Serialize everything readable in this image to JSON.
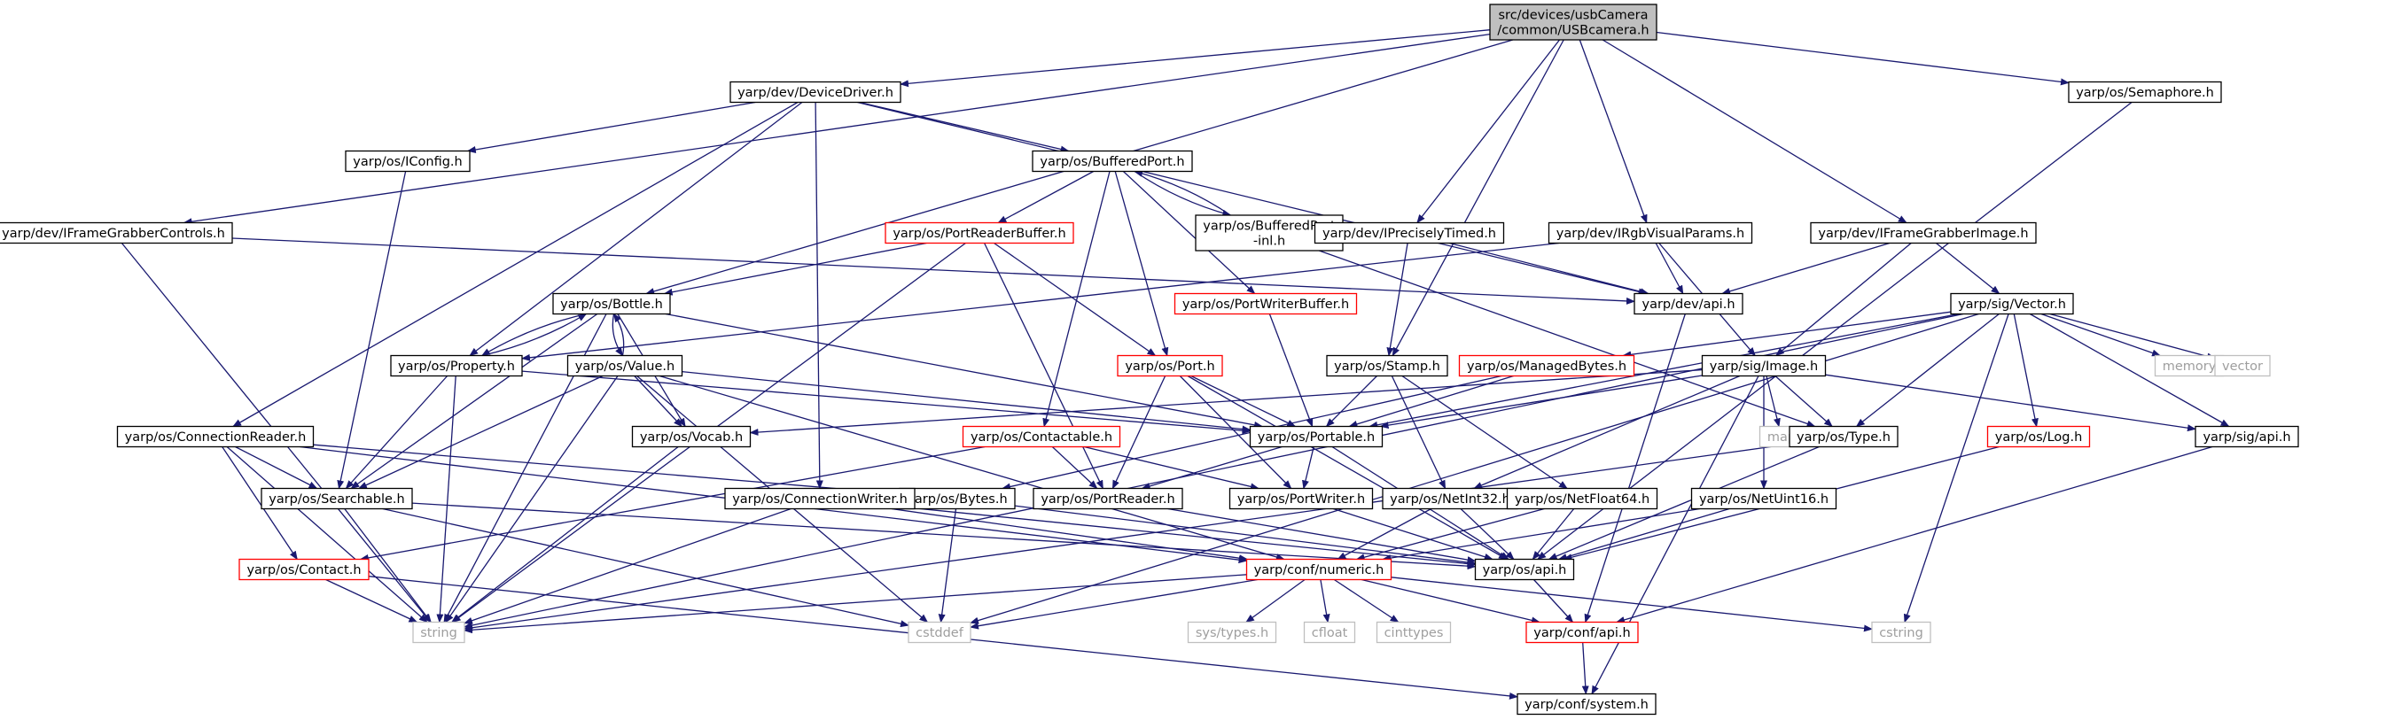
{
  "colors": {
    "edge": "#191970",
    "root_fill": "#bfbfbf",
    "node_fill": "#ffffff",
    "node_border": "#000000",
    "incomplete_border": "#ff0000",
    "external_border": "#bfbfbf",
    "external_text": "#9e9e9e"
  },
  "nodes": [
    {
      "id": "usbcamera",
      "lines": [
        "src/devices/usbCamera",
        "/common/USBcamera.h"
      ],
      "kind": "root"
    },
    {
      "id": "devicedriver",
      "lines": [
        "yarp/dev/DeviceDriver.h"
      ],
      "kind": "normal"
    },
    {
      "id": "semaphore",
      "lines": [
        "yarp/os/Semaphore.h"
      ],
      "kind": "normal"
    },
    {
      "id": "iconfig",
      "lines": [
        "yarp/os/IConfig.h"
      ],
      "kind": "normal"
    },
    {
      "id": "bufferedport",
      "lines": [
        "yarp/os/BufferedPort.h"
      ],
      "kind": "normal"
    },
    {
      "id": "bufferedportinl",
      "lines": [
        "yarp/os/BufferedPort",
        "-inl.h"
      ],
      "kind": "normal"
    },
    {
      "id": "portreaderbuffer",
      "lines": [
        "yarp/os/PortReaderBuffer.h"
      ],
      "kind": "incomplete"
    },
    {
      "id": "iframegrabbercontrols",
      "lines": [
        "yarp/dev/IFrameGrabberControls.h"
      ],
      "kind": "normal"
    },
    {
      "id": "ipreciselytimed",
      "lines": [
        "yarp/dev/IPreciselyTimed.h"
      ],
      "kind": "normal"
    },
    {
      "id": "irgbvisualparams",
      "lines": [
        "yarp/dev/IRgbVisualParams.h"
      ],
      "kind": "normal"
    },
    {
      "id": "iframegrabberimage",
      "lines": [
        "yarp/dev/IFrameGrabberImage.h"
      ],
      "kind": "normal"
    },
    {
      "id": "bottle",
      "lines": [
        "yarp/os/Bottle.h"
      ],
      "kind": "normal"
    },
    {
      "id": "portwriterbuffer",
      "lines": [
        "yarp/os/PortWriterBuffer.h"
      ],
      "kind": "incomplete"
    },
    {
      "id": "devapi",
      "lines": [
        "yarp/dev/api.h"
      ],
      "kind": "normal"
    },
    {
      "id": "sigvector",
      "lines": [
        "yarp/sig/Vector.h"
      ],
      "kind": "normal"
    },
    {
      "id": "property",
      "lines": [
        "yarp/os/Property.h"
      ],
      "kind": "normal"
    },
    {
      "id": "value",
      "lines": [
        "yarp/os/Value.h"
      ],
      "kind": "normal"
    },
    {
      "id": "port",
      "lines": [
        "yarp/os/Port.h"
      ],
      "kind": "incomplete"
    },
    {
      "id": "stamp",
      "lines": [
        "yarp/os/Stamp.h"
      ],
      "kind": "normal"
    },
    {
      "id": "managedbytes",
      "lines": [
        "yarp/os/ManagedBytes.h"
      ],
      "kind": "incomplete"
    },
    {
      "id": "sigimage",
      "lines": [
        "yarp/sig/Image.h"
      ],
      "kind": "normal"
    },
    {
      "id": "memory",
      "lines": [
        "memory"
      ],
      "kind": "external"
    },
    {
      "id": "vector",
      "lines": [
        "vector"
      ],
      "kind": "external"
    },
    {
      "id": "connectionreader",
      "lines": [
        "yarp/os/ConnectionReader.h"
      ],
      "kind": "normal"
    },
    {
      "id": "vocab",
      "lines": [
        "yarp/os/Vocab.h"
      ],
      "kind": "normal"
    },
    {
      "id": "contactable",
      "lines": [
        "yarp/os/Contactable.h"
      ],
      "kind": "incomplete"
    },
    {
      "id": "portable",
      "lines": [
        "yarp/os/Portable.h"
      ],
      "kind": "normal"
    },
    {
      "id": "map",
      "lines": [
        "map"
      ],
      "kind": "external"
    },
    {
      "id": "type",
      "lines": [
        "yarp/os/Type.h"
      ],
      "kind": "normal"
    },
    {
      "id": "log",
      "lines": [
        "yarp/os/Log.h"
      ],
      "kind": "incomplete"
    },
    {
      "id": "sigapi",
      "lines": [
        "yarp/sig/api.h"
      ],
      "kind": "normal"
    },
    {
      "id": "searchable",
      "lines": [
        "yarp/os/Searchable.h"
      ],
      "kind": "normal"
    },
    {
      "id": "bytes",
      "lines": [
        "yarp/os/Bytes.h"
      ],
      "kind": "normal"
    },
    {
      "id": "portreader",
      "lines": [
        "yarp/os/PortReader.h"
      ],
      "kind": "normal"
    },
    {
      "id": "portwriter",
      "lines": [
        "yarp/os/PortWriter.h"
      ],
      "kind": "normal"
    },
    {
      "id": "netint32",
      "lines": [
        "yarp/os/NetInt32.h"
      ],
      "kind": "normal"
    },
    {
      "id": "netfloat64",
      "lines": [
        "yarp/os/NetFloat64.h"
      ],
      "kind": "normal"
    },
    {
      "id": "netuint16",
      "lines": [
        "yarp/os/NetUint16.h"
      ],
      "kind": "normal"
    },
    {
      "id": "connectionwriter",
      "lines": [
        "yarp/os/ConnectionWriter.h"
      ],
      "kind": "normal"
    },
    {
      "id": "contact",
      "lines": [
        "yarp/os/Contact.h"
      ],
      "kind": "incomplete"
    },
    {
      "id": "numeric",
      "lines": [
        "yarp/conf/numeric.h"
      ],
      "kind": "incomplete"
    },
    {
      "id": "osapi",
      "lines": [
        "yarp/os/api.h"
      ],
      "kind": "normal"
    },
    {
      "id": "string",
      "lines": [
        "string"
      ],
      "kind": "external"
    },
    {
      "id": "cstddef",
      "lines": [
        "cstddef"
      ],
      "kind": "external"
    },
    {
      "id": "systypes",
      "lines": [
        "sys/types.h"
      ],
      "kind": "external"
    },
    {
      "id": "cfloat",
      "lines": [
        "cfloat"
      ],
      "kind": "external"
    },
    {
      "id": "cinttypes",
      "lines": [
        "cinttypes"
      ],
      "kind": "external"
    },
    {
      "id": "confapi",
      "lines": [
        "yarp/conf/api.h"
      ],
      "kind": "incomplete"
    },
    {
      "id": "cstring",
      "lines": [
        "cstring"
      ],
      "kind": "external"
    },
    {
      "id": "confsystem",
      "lines": [
        "yarp/conf/system.h"
      ],
      "kind": "normal"
    }
  ],
  "edges": [
    [
      "usbcamera",
      "devicedriver"
    ],
    [
      "usbcamera",
      "semaphore"
    ],
    [
      "usbcamera",
      "iframegrabbercontrols"
    ],
    [
      "usbcamera",
      "ipreciselytimed"
    ],
    [
      "usbcamera",
      "irgbvisualparams"
    ],
    [
      "usbcamera",
      "iframegrabberimage"
    ],
    [
      "usbcamera",
      "bottle"
    ],
    [
      "usbcamera",
      "stamp"
    ],
    [
      "devicedriver",
      "iconfig"
    ],
    [
      "devicedriver",
      "bufferedport"
    ],
    [
      "devicedriver",
      "devapi"
    ],
    [
      "devicedriver",
      "property"
    ],
    [
      "devicedriver",
      "connectionreader"
    ],
    [
      "devicedriver",
      "connectionwriter"
    ],
    [
      "semaphore",
      "osapi"
    ],
    [
      "iconfig",
      "searchable"
    ],
    [
      "bufferedport",
      "bufferedportinl"
    ],
    [
      "bufferedportinl",
      "bufferedport"
    ],
    [
      "bufferedport",
      "portreaderbuffer"
    ],
    [
      "bufferedport",
      "portwriterbuffer"
    ],
    [
      "bufferedport",
      "port"
    ],
    [
      "bufferedport",
      "contactable"
    ],
    [
      "bufferedportinl",
      "type"
    ],
    [
      "portreaderbuffer",
      "bottle"
    ],
    [
      "portreaderbuffer",
      "port"
    ],
    [
      "portreaderbuffer",
      "portreader"
    ],
    [
      "portreaderbuffer",
      "string"
    ],
    [
      "iframegrabbercontrols",
      "devapi"
    ],
    [
      "iframegrabbercontrols",
      "string"
    ],
    [
      "ipreciselytimed",
      "devapi"
    ],
    [
      "ipreciselytimed",
      "stamp"
    ],
    [
      "irgbvisualparams",
      "devapi"
    ],
    [
      "irgbvisualparams",
      "sigimage"
    ],
    [
      "irgbvisualparams",
      "property"
    ],
    [
      "iframegrabberimage",
      "devapi"
    ],
    [
      "iframegrabberimage",
      "sigimage"
    ],
    [
      "iframegrabberimage",
      "sigvector"
    ],
    [
      "bottle",
      "property"
    ],
    [
      "property",
      "bottle"
    ],
    [
      "bottle",
      "value"
    ],
    [
      "value",
      "bottle"
    ],
    [
      "bottle",
      "vocab"
    ],
    [
      "bottle",
      "portable"
    ],
    [
      "bottle",
      "searchable"
    ],
    [
      "bottle",
      "string"
    ],
    [
      "portwriterbuffer",
      "portable"
    ],
    [
      "devapi",
      "confapi"
    ],
    [
      "sigvector",
      "memory"
    ],
    [
      "sigvector",
      "vector"
    ],
    [
      "sigvector",
      "sigapi"
    ],
    [
      "sigvector",
      "log"
    ],
    [
      "sigvector",
      "type"
    ],
    [
      "sigvector",
      "managedbytes"
    ],
    [
      "sigvector",
      "portable"
    ],
    [
      "sigvector",
      "cstring"
    ],
    [
      "sigvector",
      "cstddef"
    ],
    [
      "sigvector",
      "string"
    ],
    [
      "property",
      "searchable"
    ],
    [
      "property",
      "portable"
    ],
    [
      "property",
      "string"
    ],
    [
      "value",
      "vocab"
    ],
    [
      "value",
      "portable"
    ],
    [
      "value",
      "searchable"
    ],
    [
      "value",
      "string"
    ],
    [
      "value",
      "cstddef"
    ],
    [
      "value",
      "numeric"
    ],
    [
      "port",
      "portable"
    ],
    [
      "port",
      "portreader"
    ],
    [
      "port",
      "portwriter"
    ],
    [
      "port",
      "osapi"
    ],
    [
      "stamp",
      "portable"
    ],
    [
      "stamp",
      "netint32"
    ],
    [
      "stamp",
      "netfloat64"
    ],
    [
      "managedbytes",
      "portable"
    ],
    [
      "managedbytes",
      "bytes"
    ],
    [
      "sigimage",
      "portable"
    ],
    [
      "sigimage",
      "type"
    ],
    [
      "sigimage",
      "map"
    ],
    [
      "sigimage",
      "vocab"
    ],
    [
      "sigimage",
      "netint32"
    ],
    [
      "sigimage",
      "netuint16"
    ],
    [
      "sigimage",
      "sigapi"
    ],
    [
      "sigimage",
      "confsystem"
    ],
    [
      "connectionreader",
      "searchable"
    ],
    [
      "connectionreader",
      "bytes"
    ],
    [
      "connectionreader",
      "contact"
    ],
    [
      "connectionreader",
      "string"
    ],
    [
      "connectionreader",
      "numeric"
    ],
    [
      "vocab",
      "string"
    ],
    [
      "contactable",
      "portreader"
    ],
    [
      "contactable",
      "portwriter"
    ],
    [
      "contactable",
      "contact"
    ],
    [
      "portable",
      "portreader"
    ],
    [
      "portable",
      "portwriter"
    ],
    [
      "portable",
      "osapi"
    ],
    [
      "type",
      "osapi"
    ],
    [
      "type",
      "string"
    ],
    [
      "log",
      "osapi"
    ],
    [
      "sigapi",
      "confapi"
    ],
    [
      "searchable",
      "string"
    ],
    [
      "searchable",
      "osapi"
    ],
    [
      "searchable",
      "cstddef"
    ],
    [
      "bytes",
      "cstddef"
    ],
    [
      "bytes",
      "osapi"
    ],
    [
      "portreader",
      "osapi"
    ],
    [
      "portwriter",
      "osapi"
    ],
    [
      "netint32",
      "numeric"
    ],
    [
      "netint32",
      "osapi"
    ],
    [
      "netfloat64",
      "numeric"
    ],
    [
      "netfloat64",
      "osapi"
    ],
    [
      "netuint16",
      "numeric"
    ],
    [
      "netuint16",
      "osapi"
    ],
    [
      "connectionwriter",
      "numeric"
    ],
    [
      "connectionwriter",
      "osapi"
    ],
    [
      "connectionwriter",
      "string"
    ],
    [
      "contact",
      "string"
    ],
    [
      "contact",
      "confsystem"
    ],
    [
      "numeric",
      "string"
    ],
    [
      "numeric",
      "cstddef"
    ],
    [
      "numeric",
      "systypes"
    ],
    [
      "numeric",
      "cfloat"
    ],
    [
      "numeric",
      "cinttypes"
    ],
    [
      "numeric",
      "confapi"
    ],
    [
      "numeric",
      "cstring"
    ],
    [
      "osapi",
      "confapi"
    ],
    [
      "confapi",
      "confsystem"
    ]
  ]
}
